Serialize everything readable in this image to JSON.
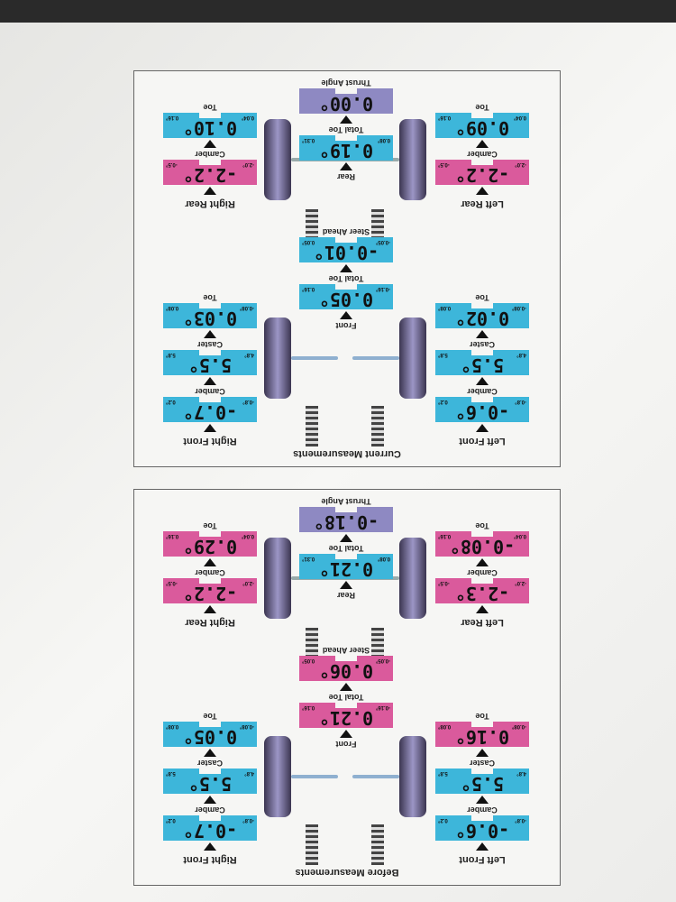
{
  "colors": {
    "in_spec": "#3db6da",
    "out_of_spec": "#da5a9c",
    "thrust": "#8e89c2"
  },
  "panels": [
    {
      "title": "Before Measurements",
      "left_front": {
        "label": "Left Front",
        "gauges": [
          {
            "name": "Camber",
            "value": "-0.6°",
            "min": "-0.8°",
            "max": "0.2°",
            "status": "in_spec"
          },
          {
            "name": "Caster",
            "value": "5.5°",
            "min": "4.8°",
            "max": "5.8°",
            "status": "in_spec"
          },
          {
            "name": "Toe",
            "value": "0.16°",
            "min": "-0.08°",
            "max": "0.08°",
            "status": "out_of_spec"
          }
        ]
      },
      "right_front": {
        "label": "Right Front",
        "gauges": [
          {
            "name": "Camber",
            "value": "-0.7°",
            "min": "-0.8°",
            "max": "0.2°",
            "status": "in_spec"
          },
          {
            "name": "Caster",
            "value": "5.5°",
            "min": "4.8°",
            "max": "5.8°",
            "status": "in_spec"
          },
          {
            "name": "Toe",
            "value": "0.05°",
            "min": "-0.08°",
            "max": "0.08°",
            "status": "in_spec"
          }
        ]
      },
      "front": {
        "label": "Front",
        "gauges": [
          {
            "name": "Total Toe",
            "value": "0.21°",
            "min": "-0.16°",
            "max": "0.16°",
            "status": "out_of_spec"
          },
          {
            "name": "Steer Ahead",
            "value": "0.06°",
            "min": "-0.05°",
            "max": "0.05°",
            "status": "out_of_spec"
          }
        ]
      },
      "left_rear": {
        "label": "Left Rear",
        "gauges": [
          {
            "name": "Camber",
            "value": "-2.3°",
            "min": "-2.0°",
            "max": "-0.5°",
            "status": "out_of_spec"
          },
          {
            "name": "Toe",
            "value": "-0.08°",
            "min": "0.04°",
            "max": "0.16°",
            "status": "out_of_spec"
          }
        ]
      },
      "right_rear": {
        "label": "Right Rear",
        "gauges": [
          {
            "name": "Camber",
            "value": "-2.2°",
            "min": "-2.0°",
            "max": "-0.5°",
            "status": "out_of_spec"
          },
          {
            "name": "Toe",
            "value": "0.29°",
            "min": "0.04°",
            "max": "0.16°",
            "status": "out_of_spec"
          }
        ]
      },
      "rear": {
        "label": "Rear",
        "gauges": [
          {
            "name": "Total Toe",
            "value": "0.21°",
            "min": "0.08°",
            "max": "0.31°",
            "status": "in_spec"
          },
          {
            "name": "Thrust Angle",
            "value": "-0.18°",
            "min": "",
            "max": "",
            "status": "thrust"
          }
        ]
      }
    },
    {
      "title": "Current Measurements",
      "left_front": {
        "label": "Left Front",
        "gauges": [
          {
            "name": "Camber",
            "value": "-0.6°",
            "min": "-0.8°",
            "max": "0.2°",
            "status": "in_spec"
          },
          {
            "name": "Caster",
            "value": "5.5°",
            "min": "4.8°",
            "max": "5.8°",
            "status": "in_spec"
          },
          {
            "name": "Toe",
            "value": "0.02°",
            "min": "-0.08°",
            "max": "0.08°",
            "status": "in_spec"
          }
        ]
      },
      "right_front": {
        "label": "Right Front",
        "gauges": [
          {
            "name": "Camber",
            "value": "-0.7°",
            "min": "-0.8°",
            "max": "0.2°",
            "status": "in_spec"
          },
          {
            "name": "Caster",
            "value": "5.5°",
            "min": "4.8°",
            "max": "5.8°",
            "status": "in_spec"
          },
          {
            "name": "Toe",
            "value": "0.03°",
            "min": "-0.08°",
            "max": "0.08°",
            "status": "in_spec"
          }
        ]
      },
      "front": {
        "label": "Front",
        "gauges": [
          {
            "name": "Total Toe",
            "value": "0.05°",
            "min": "-0.16°",
            "max": "0.16°",
            "status": "in_spec"
          },
          {
            "name": "Steer Ahead",
            "value": "-0.01°",
            "min": "-0.05°",
            "max": "0.05°",
            "status": "in_spec"
          }
        ]
      },
      "left_rear": {
        "label": "Left Rear",
        "gauges": [
          {
            "name": "Camber",
            "value": "-2.2°",
            "min": "-2.0°",
            "max": "-0.5°",
            "status": "out_of_spec"
          },
          {
            "name": "Toe",
            "value": "0.09°",
            "min": "0.04°",
            "max": "0.16°",
            "status": "in_spec"
          }
        ]
      },
      "right_rear": {
        "label": "Right Rear",
        "gauges": [
          {
            "name": "Camber",
            "value": "-2.2°",
            "min": "-2.0°",
            "max": "-0.5°",
            "status": "out_of_spec"
          },
          {
            "name": "Toe",
            "value": "0.10°",
            "min": "0.04°",
            "max": "0.16°",
            "status": "in_spec"
          }
        ]
      },
      "rear": {
        "label": "Rear",
        "gauges": [
          {
            "name": "Total Toe",
            "value": "0.19°",
            "min": "0.08°",
            "max": "0.31°",
            "status": "in_spec"
          },
          {
            "name": "Thrust Angle",
            "value": "0.00°",
            "min": "",
            "max": "",
            "status": "thrust"
          }
        ]
      }
    }
  ]
}
